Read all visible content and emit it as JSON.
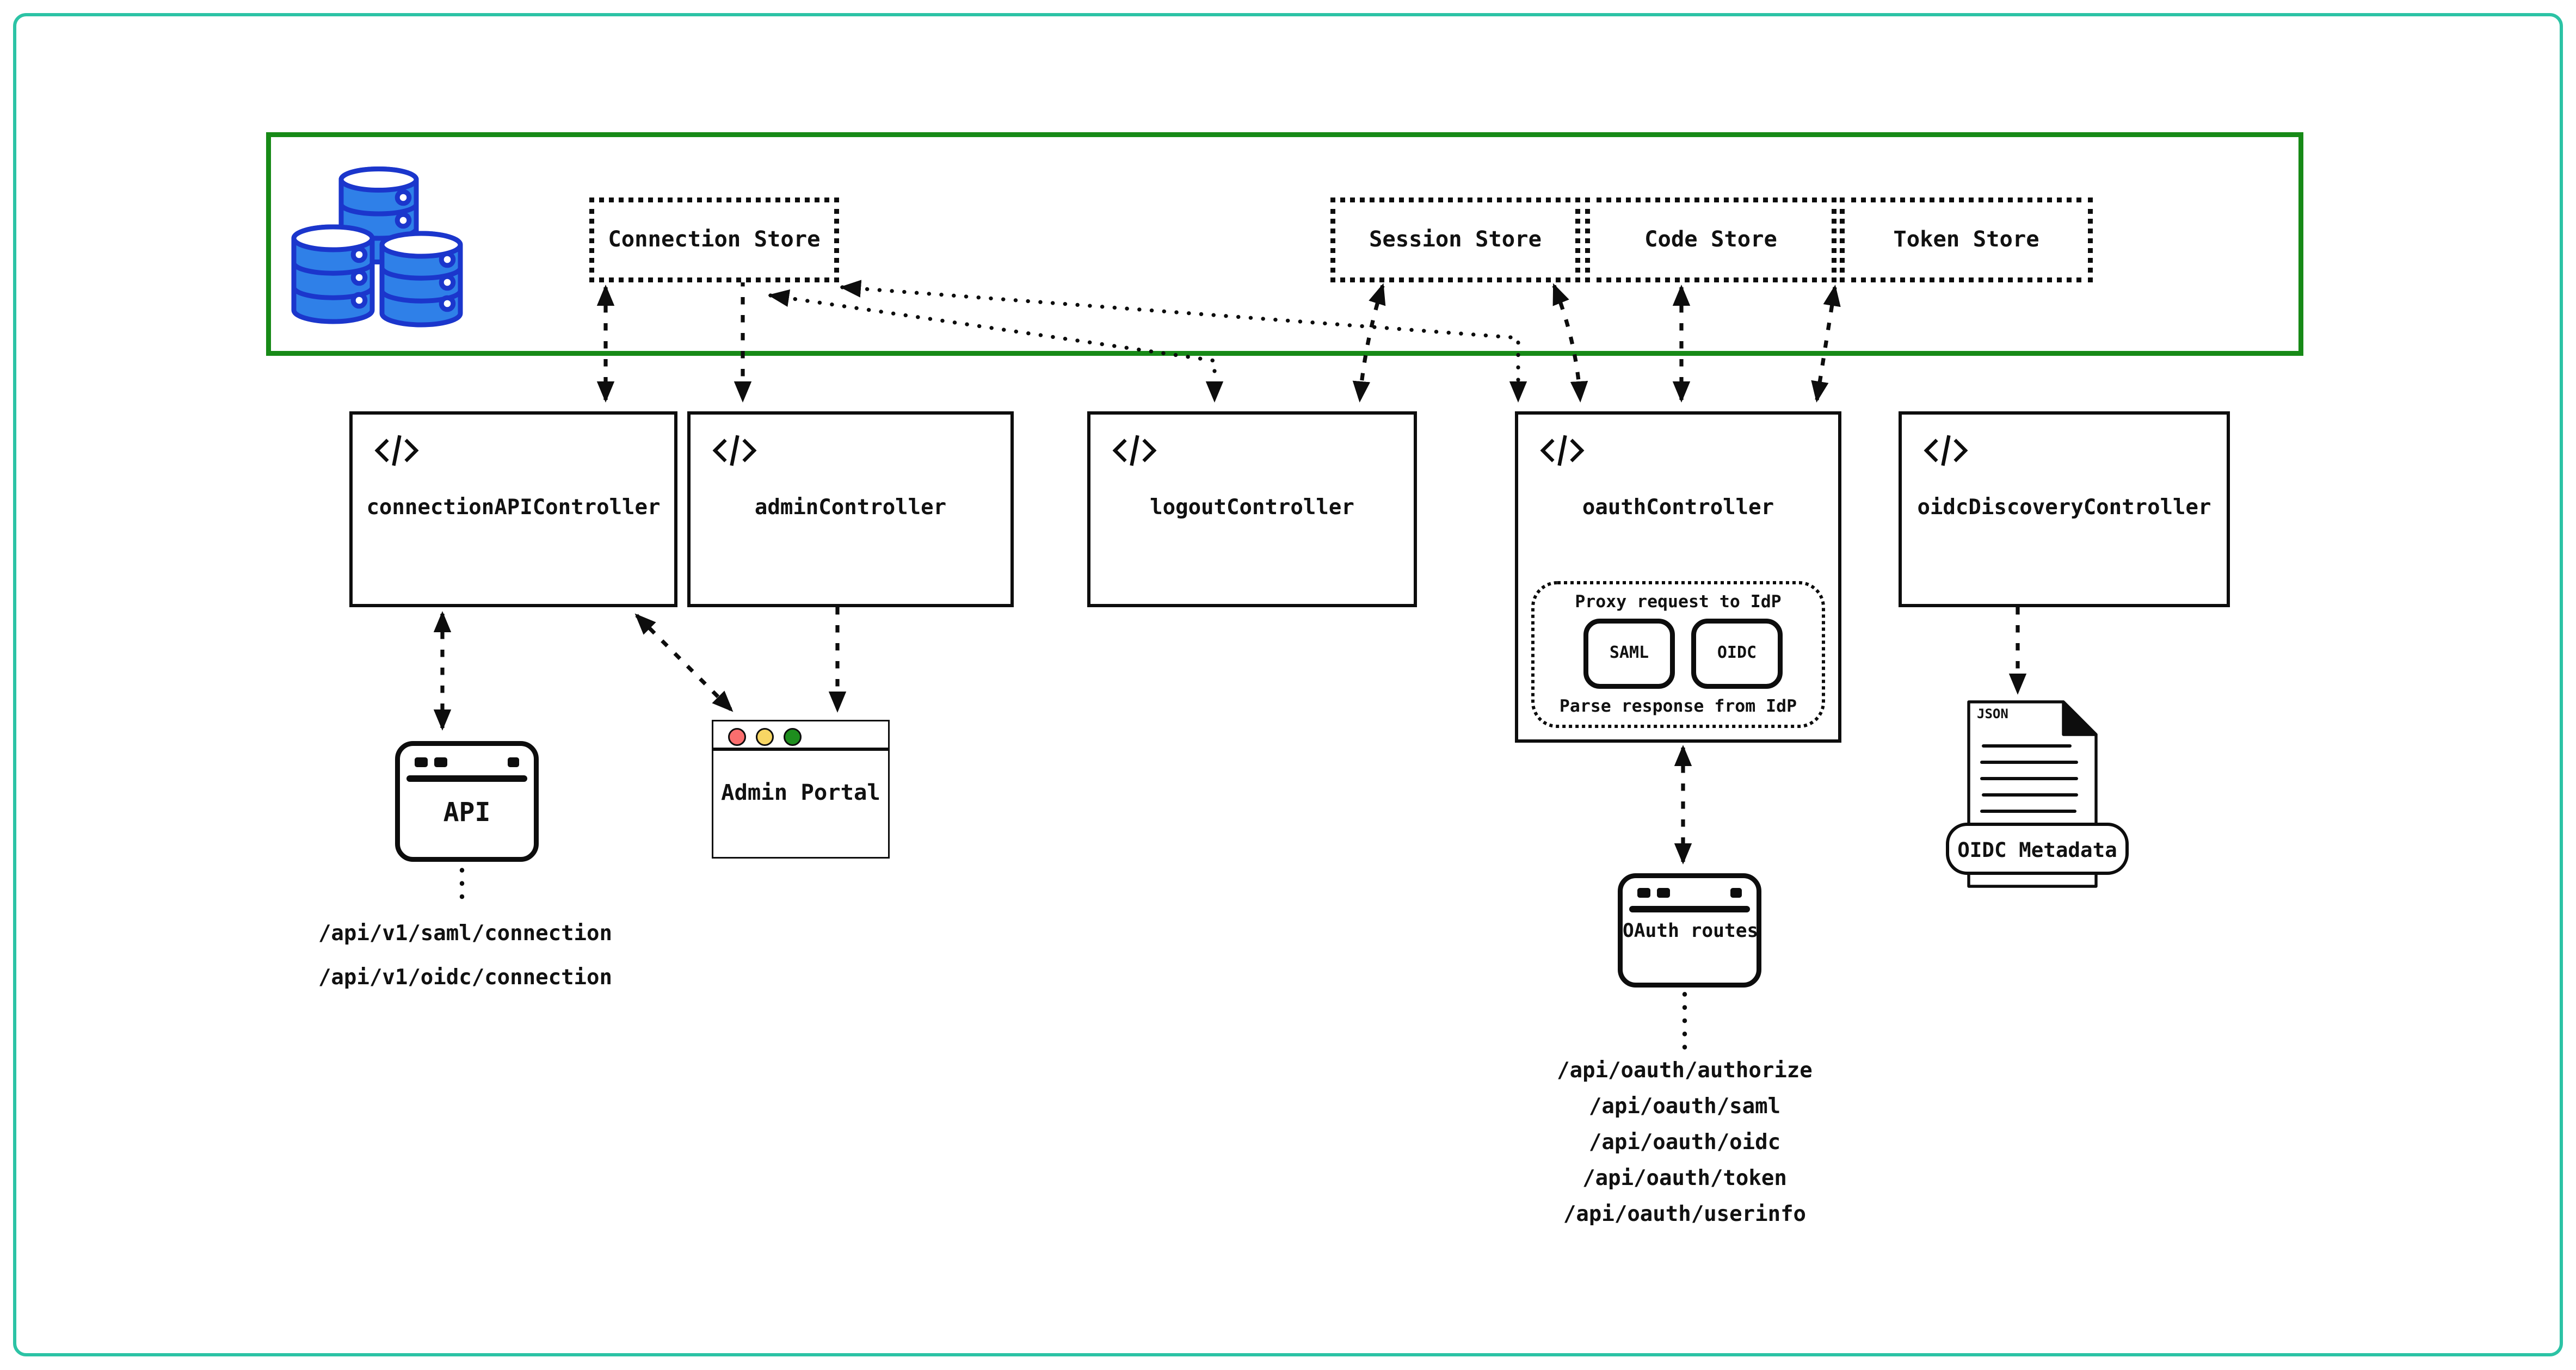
{
  "colors": {
    "frame_teal": "#2cc3a5",
    "zone_green": "#178a17",
    "ink": "#0d0d0d",
    "db_fill": "#2f80e8",
    "db_stroke": "#1b36cc",
    "light_red": "#fa6e6e",
    "light_yellow": "#f8d664",
    "light_green": "#1e8e1e"
  },
  "data_zone": {
    "database_icon": "database-cylinders",
    "stores": [
      {
        "label": "Connection Store"
      },
      {
        "label": "Session Store"
      },
      {
        "label": "Code Store"
      },
      {
        "label": "Token Store"
      }
    ]
  },
  "controllers": [
    {
      "label": "connectionAPIController"
    },
    {
      "label": "adminController"
    },
    {
      "label": "logoutController"
    },
    {
      "label": "oauthController"
    },
    {
      "label": "oidcDiscoveryController"
    }
  ],
  "oauth_internals": {
    "proxy_label": "Proxy request to IdP",
    "parse_label": "Parse response from IdP",
    "protocols": [
      {
        "label": "SAML"
      },
      {
        "label": "OIDC"
      }
    ]
  },
  "clients": {
    "api_window": {
      "label": "API"
    },
    "admin_portal": {
      "label": "Admin Portal"
    },
    "oauth_routes": {
      "label": "OAuth routes"
    },
    "oidc_metadata": {
      "file_type": "JSON",
      "banner": "OIDC Metadata"
    }
  },
  "api_paths": {
    "connection": [
      "/api/v1/saml/connection",
      "/api/v1/oidc/connection"
    ],
    "oauth": [
      "/api/oauth/authorize",
      "/api/oauth/saml",
      "/api/oauth/oidc",
      "/api/oauth/token",
      "/api/oauth/userinfo"
    ]
  }
}
